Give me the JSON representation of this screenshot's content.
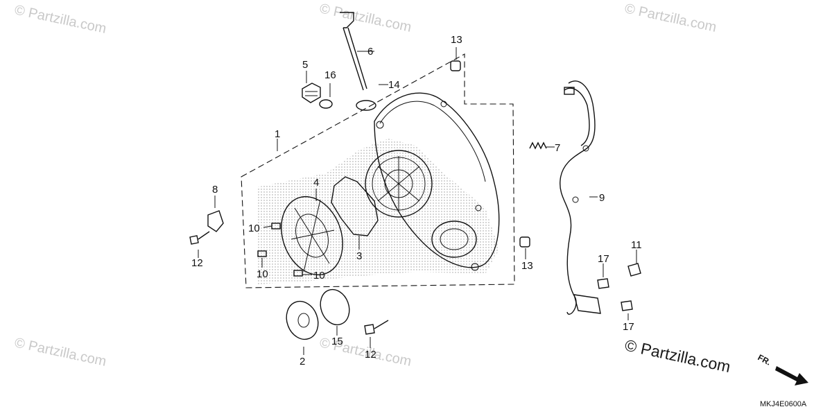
{
  "watermarks": [
    "© Partzilla.com",
    "© Partzilla.com",
    "© Partzilla.com",
    "© Partzilla.com",
    "© Partzilla.com"
  ],
  "brand": "© Partzilla.com",
  "diagram_code": "MKJ4E0600A",
  "direction_label": "FR.",
  "callouts": {
    "c1": "1",
    "c2": "2",
    "c3": "3",
    "c4": "4",
    "c5": "5",
    "c6": "6",
    "c7": "7",
    "c8": "8",
    "c9": "9",
    "c10a": "10",
    "c10b": "10",
    "c10c": "10",
    "c11": "11",
    "c12a": "12",
    "c12b": "12",
    "c13a": "13",
    "c13b": "13",
    "c14": "14",
    "c15": "15",
    "c16": "16",
    "c17a": "17",
    "c17b": "17"
  }
}
